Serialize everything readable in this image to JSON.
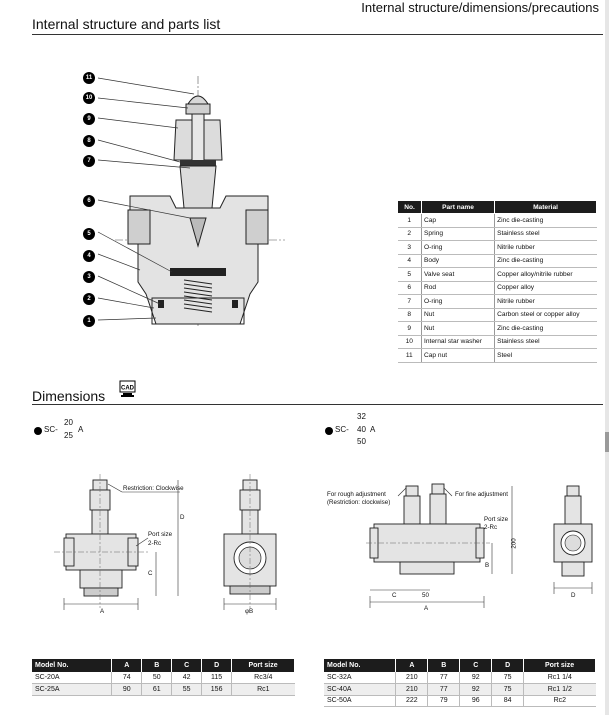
{
  "header": {
    "section": "Internal structure/dimensions/precautions"
  },
  "structure": {
    "title": "Internal structure and parts list",
    "callouts": [
      "11",
      "10",
      "9",
      "8",
      "7",
      "6",
      "5",
      "4",
      "3",
      "2",
      "1"
    ]
  },
  "parts_table": {
    "headers": [
      "No.",
      "Part name",
      "Material"
    ],
    "rows": [
      {
        "no": "1",
        "name": "Cap",
        "material": "Zinc die-casting"
      },
      {
        "no": "2",
        "name": "Spring",
        "material": "Stainless steel"
      },
      {
        "no": "3",
        "name": "O-ring",
        "material": "Nitrile rubber"
      },
      {
        "no": "4",
        "name": "Body",
        "material": "Zinc die-casting"
      },
      {
        "no": "5",
        "name": "Valve seat",
        "material": "Copper alloy/nitrile rubber"
      },
      {
        "no": "6",
        "name": "Rod",
        "material": "Copper alloy"
      },
      {
        "no": "7",
        "name": "O-ring",
        "material": "Nitrile rubber"
      },
      {
        "no": "8",
        "name": "Nut",
        "material": "Carbon steel or copper alloy"
      },
      {
        "no": "9",
        "name": "Nut",
        "material": "Zinc die-casting"
      },
      {
        "no": "10",
        "name": "Internal star washer",
        "material": "Stainless steel"
      },
      {
        "no": "11",
        "name": "Cap nut",
        "material": "Steel"
      }
    ]
  },
  "dimensions": {
    "title": "Dimensions",
    "cad_label": "CAD",
    "left_model": {
      "prefix": "SC-",
      "sizes": [
        "20",
        "25"
      ],
      "suffix": "A"
    },
    "right_model": {
      "prefix": "SC-",
      "sizes": [
        "32",
        "40",
        "50"
      ],
      "suffix": "A"
    },
    "left_labels": {
      "restriction": "Restriction: Clockwise",
      "port_size": "Port size",
      "port_spec": "2-Rc",
      "A": "A",
      "B": "φB",
      "C": "C",
      "D": "D"
    },
    "right_labels": {
      "rough": "For rough adjustment",
      "rough_restriction": "(Restriction: clockwise)",
      "fine": "For fine adjustment",
      "port_size": "Port size",
      "port_spec": "2-Rc",
      "height": "200",
      "A": "A",
      "B": "B",
      "C": "C",
      "D": "D",
      "fifty": "50"
    }
  },
  "left_table": {
    "headers": [
      "Model No.",
      "A",
      "B",
      "C",
      "D",
      "Port size"
    ],
    "rows": [
      [
        "SC-20A",
        "74",
        "50",
        "42",
        "115",
        "Rc3/4"
      ],
      [
        "SC-25A",
        "90",
        "61",
        "55",
        "156",
        "Rc1"
      ]
    ]
  },
  "right_table": {
    "headers": [
      "Model No.",
      "A",
      "B",
      "C",
      "D",
      "Port size"
    ],
    "rows": [
      [
        "SC-32A",
        "210",
        "77",
        "92",
        "75",
        "Rc1 1/4"
      ],
      [
        "SC-40A",
        "210",
        "77",
        "92",
        "75",
        "Rc1 1/2"
      ],
      [
        "SC-50A",
        "222",
        "79",
        "96",
        "84",
        "Rc2"
      ]
    ]
  }
}
